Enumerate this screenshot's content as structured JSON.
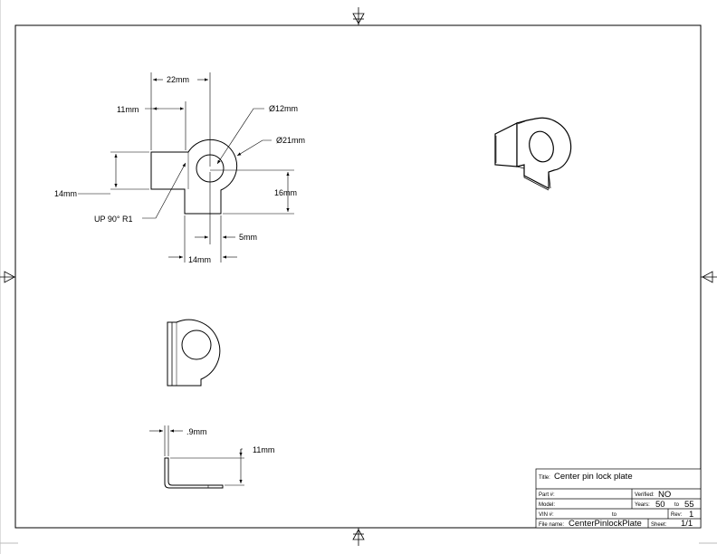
{
  "dimensions": {
    "width_overall": "22mm",
    "width_tab": "11mm",
    "tab_height": "14mm",
    "bend_note": "UP 90° R1",
    "small_hole": "Ø12mm",
    "large_circle": "Ø21mm",
    "height_lower": "16mm",
    "offset_5": "5mm",
    "width_lower": "14mm",
    "thickness": ".9mm",
    "flange_height": "11mm"
  },
  "title_block": {
    "title_label": "Title:",
    "title_value": "Center pin lock plate",
    "part_label": "Part #:",
    "verified_label": "Verified:",
    "verified_value": "NO",
    "model_label": "Model:",
    "years_label": "Years:",
    "years_from": "50",
    "years_to_label": "to",
    "years_to": "55",
    "vin_label": "VIN #:",
    "vin_to_label": "to",
    "rev_label": "Rev:",
    "rev_value": "1",
    "file_label": "File name:",
    "file_value": "CenterPinlockPlate",
    "sheet_label": "Sheet:",
    "sheet_value": "1/1"
  }
}
